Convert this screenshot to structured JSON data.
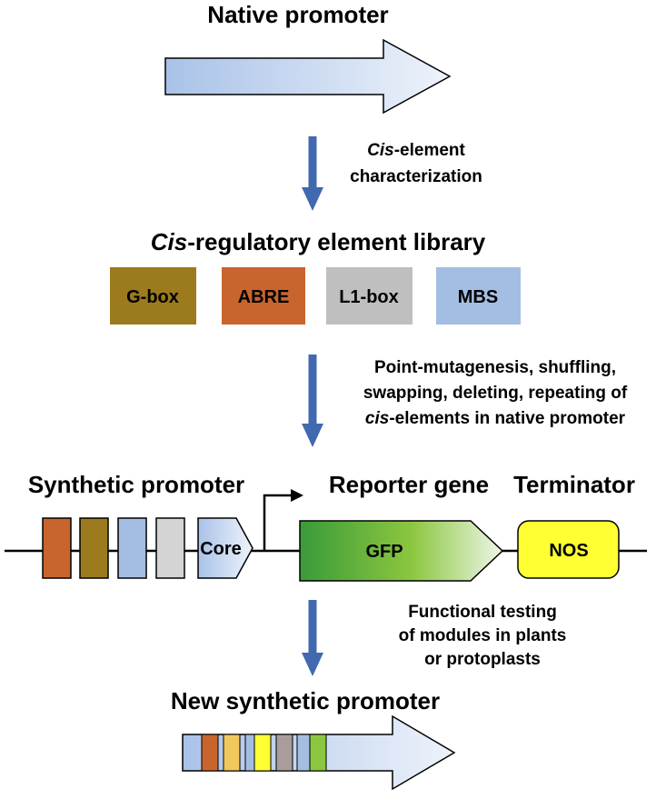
{
  "titles": {
    "native": "Native promoter",
    "library_italic": "Cis",
    "library_rest": "-regulatory element library",
    "synthetic": "Synthetic promoter",
    "reporter": "Reporter gene",
    "terminator": "Terminator",
    "new_synthetic": "New synthetic promoter"
  },
  "notes": {
    "step1_line1_italic": "Cis",
    "step1_line1_rest": "-element",
    "step1_line2": "characterization",
    "step2_line1": "Point-mutagenesis, shuffling,",
    "step2_line2": "swapping, deleting, repeating of",
    "step2_line3_italic": "cis",
    "step2_line3_rest": "-elements in native promoter",
    "step3_line1": "Functional testing",
    "step3_line2": "of modules in plants",
    "step3_line3": "or protoplasts"
  },
  "library": [
    {
      "label": "G-box",
      "color": "#9c7a1e"
    },
    {
      "label": "ABRE",
      "color": "#c8652e"
    },
    {
      "label": "L1-box",
      "color": "#bfbfbf"
    },
    {
      "label": "MBS",
      "color": "#a4bde3"
    }
  ],
  "construct": {
    "core_label": "Core",
    "reporter_label": "GFP",
    "terminator_label": "NOS",
    "element_colors": [
      "#c8652e",
      "#9c7a1e",
      "#a4bde3",
      "#d4d4d4"
    ]
  },
  "colors": {
    "step_arrow": "#4169b0",
    "terminator_fill": "#ffff33"
  }
}
